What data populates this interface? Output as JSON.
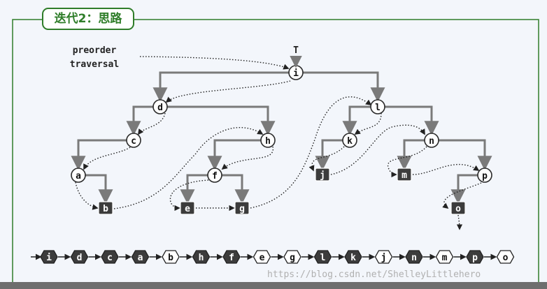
{
  "title": "迭代2：思路",
  "annotation": {
    "line1": "preorder",
    "line2": "traversal",
    "root_pointer": "T"
  },
  "nodes": [
    {
      "id": "i",
      "kind": "internal"
    },
    {
      "id": "d",
      "kind": "internal"
    },
    {
      "id": "l",
      "kind": "internal"
    },
    {
      "id": "c",
      "kind": "internal"
    },
    {
      "id": "h",
      "kind": "internal"
    },
    {
      "id": "k",
      "kind": "internal"
    },
    {
      "id": "n",
      "kind": "internal"
    },
    {
      "id": "a",
      "kind": "internal"
    },
    {
      "id": "f",
      "kind": "internal"
    },
    {
      "id": "p",
      "kind": "internal"
    },
    {
      "id": "b",
      "kind": "leaf"
    },
    {
      "id": "e",
      "kind": "leaf"
    },
    {
      "id": "g",
      "kind": "leaf"
    },
    {
      "id": "j",
      "kind": "leaf"
    },
    {
      "id": "m",
      "kind": "leaf"
    },
    {
      "id": "o",
      "kind": "leaf"
    }
  ],
  "edges": [
    [
      "i",
      "d"
    ],
    [
      "i",
      "l"
    ],
    [
      "d",
      "c"
    ],
    [
      "d",
      "h"
    ],
    [
      "c",
      "a"
    ],
    [
      "a",
      "b"
    ],
    [
      "h",
      "f"
    ],
    [
      "f",
      "e"
    ],
    [
      "f",
      "g"
    ],
    [
      "l",
      "k"
    ],
    [
      "l",
      "n"
    ],
    [
      "k",
      "j"
    ],
    [
      "n",
      "m"
    ],
    [
      "n",
      "p"
    ],
    [
      "p",
      "o"
    ]
  ],
  "sequence": [
    "i",
    "d",
    "c",
    "a",
    "b",
    "h",
    "f",
    "e",
    "g",
    "l",
    "k",
    "j",
    "n",
    "m",
    "p",
    "o"
  ],
  "watermark": "https://blog.csdn.net/ShelleyLittlehero",
  "colors": {
    "accent": "#2f7d2a",
    "edge": "#7a7a7a",
    "leaf": "#3c3c3c",
    "node_border": "#2a2a2a",
    "trace": "#222222"
  }
}
